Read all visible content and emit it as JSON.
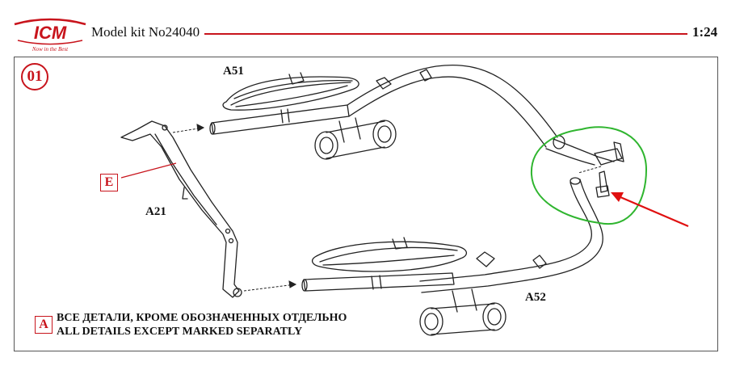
{
  "header": {
    "logo_text": "ICM",
    "logo_tagline": "Now in the Best",
    "kit_title": "Model kit No24040",
    "scale": "1:24"
  },
  "step": {
    "number": "01"
  },
  "parts": {
    "a51": "A51",
    "a52": "A52",
    "a21": "A21",
    "marker_e": "E"
  },
  "note": {
    "marker": "A",
    "line_ru": "ВСЕ ДЕТАЛИ, КРОМЕ ОБОЗНАЧЕННЫХ ОТДЕЛЬНО",
    "line_en": "ALL DETAILS EXCEPT MARKED SEPARATLY"
  },
  "colors": {
    "brand_red": "#c8141c",
    "highlight_green": "#2fb52f",
    "line_art": "#222222"
  }
}
